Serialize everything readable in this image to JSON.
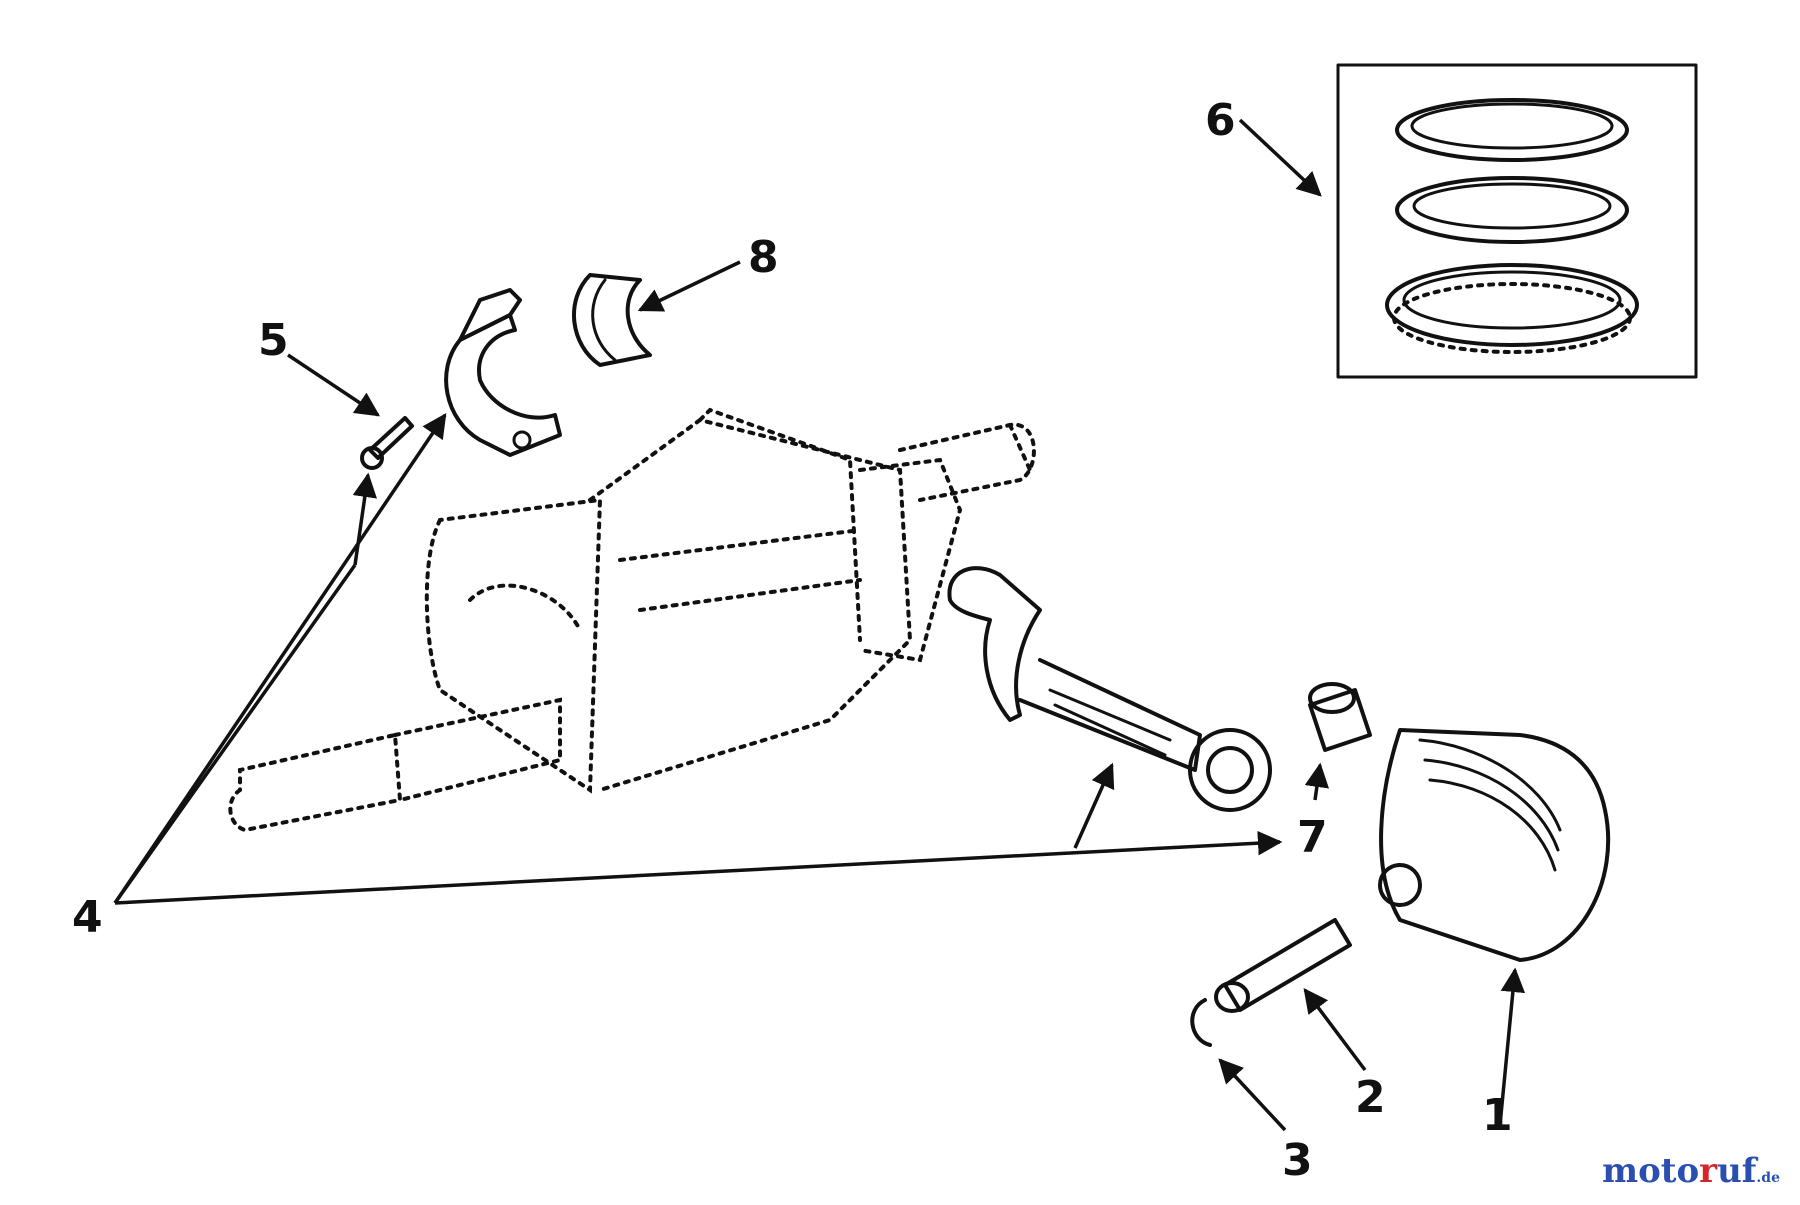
{
  "callouts": {
    "piston": "1",
    "piston_pin": "2",
    "retainer_ring": "3",
    "connecting_rod_assembly": "4",
    "rod_bolt": "5",
    "piston_ring_set": "6",
    "bushing": "7",
    "bearing_insert": "8"
  },
  "watermark": {
    "part1": "moto",
    "part2": "r",
    "part3": "uf",
    "suffix": ".de"
  }
}
